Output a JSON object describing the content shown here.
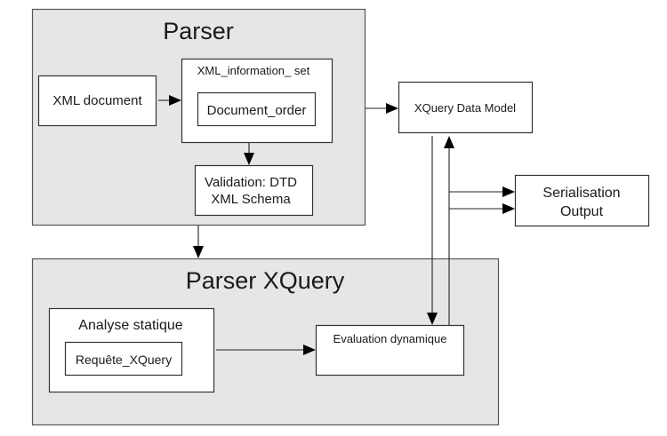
{
  "groups": {
    "parser": {
      "title": "Parser"
    },
    "parser_xquery": {
      "title": "Parser XQuery"
    }
  },
  "nodes": {
    "xml_document": {
      "label": "XML document"
    },
    "xml_information_set": {
      "label": "XML_information_ set"
    },
    "document_order": {
      "label": "Document_order"
    },
    "validation": {
      "line1": "Validation: DTD",
      "line2": "XML Schema"
    },
    "xquery_data_model": {
      "label": "XQuery Data Model"
    },
    "serialisation_output": {
      "line1": "Serialisation",
      "line2": "Output"
    },
    "analyse_statique": {
      "label": "Analyse statique"
    },
    "requete_xquery": {
      "label": "Requête_XQuery"
    },
    "evaluation_dynamique": {
      "label": "Evaluation dynamique"
    }
  },
  "edges": [
    {
      "from": "xml_document",
      "to": "xml_information_set"
    },
    {
      "from": "xml_information_set",
      "to": "validation"
    },
    {
      "from": "parser",
      "to": "xquery_data_model"
    },
    {
      "from": "parser",
      "to": "parser_xquery"
    },
    {
      "from": "xquery_data_model",
      "to": "evaluation_dynamique"
    },
    {
      "from": "evaluation_dynamique",
      "to": "xquery_data_model"
    },
    {
      "from": "evaluation_dynamique",
      "to": "serialisation_output"
    },
    {
      "from": "evaluation_dynamique",
      "to": "serialisation_output"
    },
    {
      "from": "analyse_statique",
      "to": "evaluation_dynamique"
    }
  ]
}
